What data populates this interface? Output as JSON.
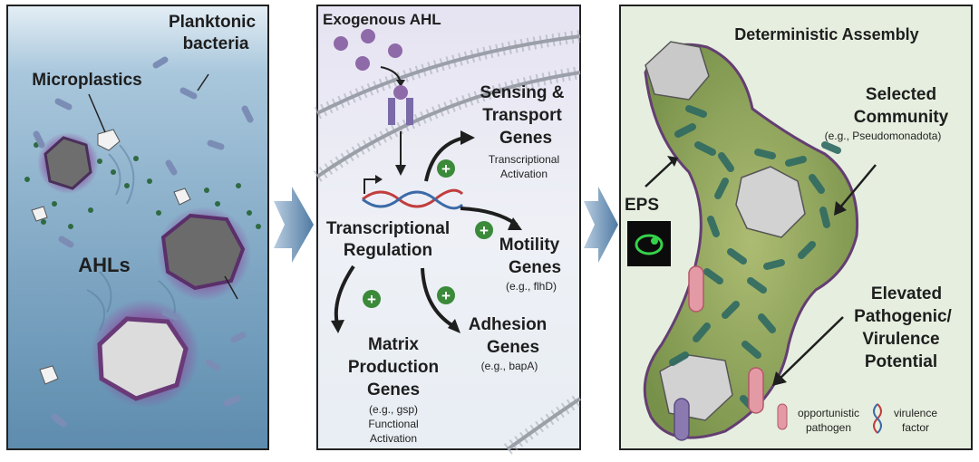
{
  "panel1": {
    "title_line1": "Planktonic",
    "title_line2": "bacteria",
    "microplastics": "Microplastics",
    "ahls": "AHLs"
  },
  "panel2": {
    "title": "Exogenous AHL",
    "center_line1": "Transcriptional",
    "center_line2": "Regulation",
    "sensing": {
      "line1": "Sensing &",
      "line2": "Transport",
      "line3": "Genes",
      "note1": "Transcriptional",
      "note2": "Activation"
    },
    "motility": {
      "line1": "Motility",
      "line2": "Genes",
      "example": "(e.g., flhD)"
    },
    "adhesion": {
      "line1": "Adhesion",
      "line2": "Genes",
      "example": "(e.g., bapA)"
    },
    "matrix": {
      "line1": "Matrix",
      "line2": "Production",
      "line3": "Genes",
      "example": "(e.g., gsp)",
      "note1": "Functional",
      "note2": "Activation"
    },
    "plus_symbol": "+"
  },
  "panel3": {
    "title": "Deterministic Assembly",
    "selected_line1": "Selected",
    "selected_line2": "Community",
    "selected_example": "(e.g., Pseudomonadota)",
    "eps": "EPS",
    "elevated_line1": "Elevated",
    "elevated_line2": "Pathogenic/",
    "elevated_line3": "Virulence",
    "elevated_line4": "Potential",
    "legend_pathogen_line1": "opportunistic",
    "legend_pathogen_line2": "pathogen",
    "legend_virulence_line1": "virulence",
    "legend_virulence_line2": "factor"
  },
  "colors": {
    "water_top": "#dbe9f2",
    "water_bottom": "#6f99b8",
    "cell_bg": "#e9ebf5",
    "biofilm_bg": "#e6efdf",
    "ahl_purple": "#8e6aa8",
    "plus_green": "#3a8a3a",
    "bacteria_teal": "#2f6a62"
  }
}
